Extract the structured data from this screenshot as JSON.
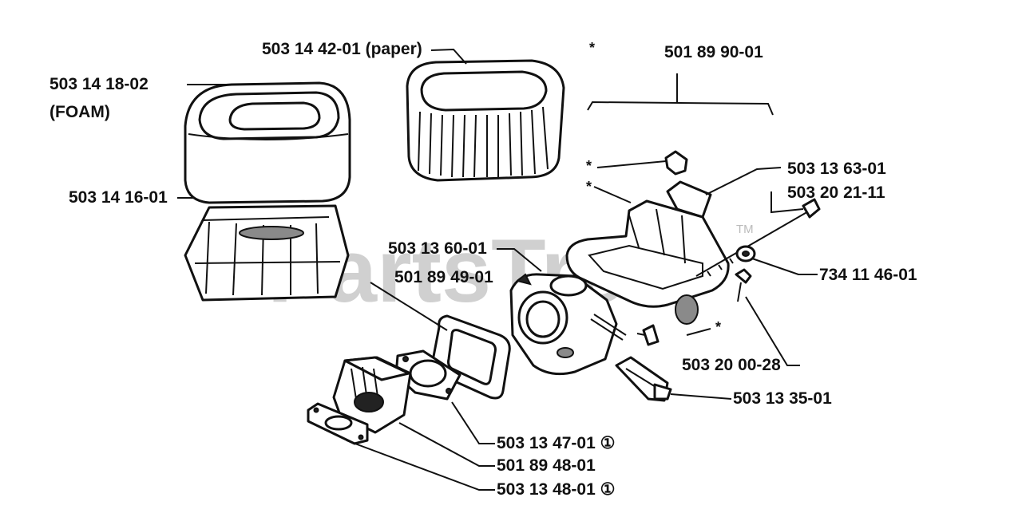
{
  "watermark": {
    "text": "PartsTree",
    "trademark": "TM"
  },
  "labels": {
    "paper_filter": "503 14 42-01 (paper)",
    "foam_filter_line1": "503 14 18-02",
    "foam_filter_line2": "(FOAM)",
    "filter_holder": "503 14 16-01",
    "kit": "501 89 90-01",
    "choke_part": "503 13 63-01",
    "screw": "503 20 21-11",
    "carburetor": "503 13 60-01",
    "gasket_large": "501 89 49-01",
    "washer": "734 11 46-01",
    "bolt": "503 20 00-28",
    "clip": "503 13 35-01",
    "gasket_mid": "503 13 47-01 ①",
    "intake": "501 89 48-01",
    "gasket_small": "503 13 48-01 ①",
    "star": "*"
  }
}
